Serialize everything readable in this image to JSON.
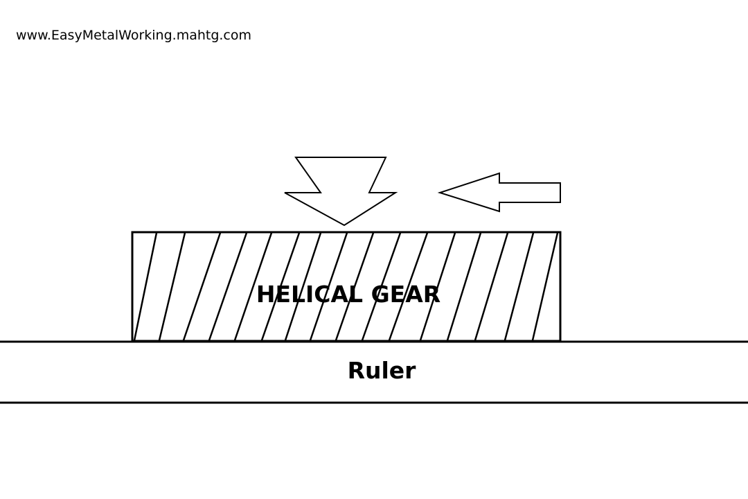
{
  "watermark": "www.EasyMetalWorking.mahtg.com",
  "diagram": {
    "gear_label": "HELICAL GEAR",
    "ruler_label": "Ruler"
  },
  "colors": {
    "background": "#ffffff",
    "stroke": "#000000"
  },
  "icons": {
    "down_arrow": "down-arrow-icon",
    "left_arrow": "left-arrow-icon"
  }
}
